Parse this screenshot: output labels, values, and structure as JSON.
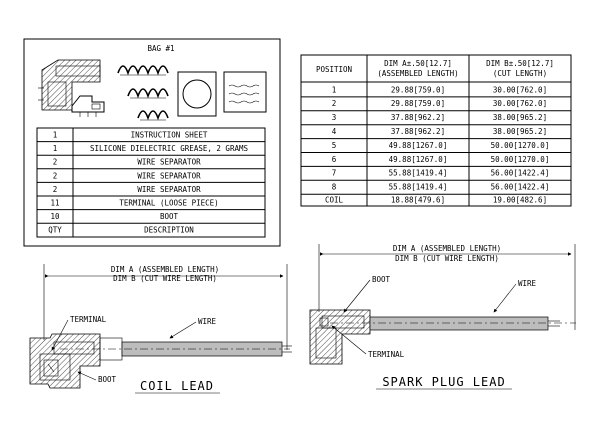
{
  "bag": {
    "title": "BAG #1",
    "header": {
      "qty": "QTY",
      "description": "DESCRIPTION"
    },
    "items": [
      {
        "qty": "1",
        "description": "INSTRUCTION SHEET"
      },
      {
        "qty": "1",
        "description": "SILICONE DIELECTRIC GREASE, 2 GRAMS"
      },
      {
        "qty": "2",
        "description": "WIRE SEPARATOR"
      },
      {
        "qty": "2",
        "description": "WIRE SEPARATOR"
      },
      {
        "qty": "2",
        "description": "WIRE SEPARATOR"
      },
      {
        "qty": "11",
        "description": "TERMINAL (LOOSE PIECE)"
      },
      {
        "qty": "10",
        "description": "BOOT"
      }
    ]
  },
  "dim_table": {
    "headers": {
      "position": "POSITION",
      "dim_a_1": "DIM A±.50[12.7]",
      "dim_a_2": "(ASSEMBLED LENGTH)",
      "dim_b_1": "DIM B±.50[12.7]",
      "dim_b_2": "(CUT LENGTH)"
    },
    "rows": [
      {
        "position": "1",
        "dim_a": "29.88[759.0]",
        "dim_b": "30.00[762.0]"
      },
      {
        "position": "2",
        "dim_a": "29.88[759.0]",
        "dim_b": "30.00[762.0]"
      },
      {
        "position": "3",
        "dim_a": "37.88[962.2]",
        "dim_b": "38.00[965.2]"
      },
      {
        "position": "4",
        "dim_a": "37.88[962.2]",
        "dim_b": "38.00[965.2]"
      },
      {
        "position": "5",
        "dim_a": "49.88[1267.0]",
        "dim_b": "50.00[1270.0]"
      },
      {
        "position": "6",
        "dim_a": "49.88[1267.0]",
        "dim_b": "50.00[1270.0]"
      },
      {
        "position": "7",
        "dim_a": "55.88[1419.4]",
        "dim_b": "56.00[1422.4]"
      },
      {
        "position": "8",
        "dim_a": "55.88[1419.4]",
        "dim_b": "56.00[1422.4]"
      },
      {
        "position": "COIL",
        "dim_a": "18.88[479.6]",
        "dim_b": "19.00[482.6]"
      }
    ]
  },
  "coil_lead": {
    "title": "COIL LEAD",
    "dim_a": "DIM A (ASSEMBLED LENGTH)",
    "dim_b": "DIM B (CUT WIRE LENGTH)",
    "terminal_label": "TERMINAL",
    "wire_label": "WIRE",
    "boot_label": "BOOT"
  },
  "spark_plug_lead": {
    "title": "SPARK PLUG LEAD",
    "dim_a": "DIM A (ASSEMBLED LENGTH)",
    "dim_b": "DIM B (CUT WIRE LENGTH)",
    "boot_label": "BOOT",
    "wire_label": "WIRE",
    "terminal_label": "TERMINAL"
  }
}
